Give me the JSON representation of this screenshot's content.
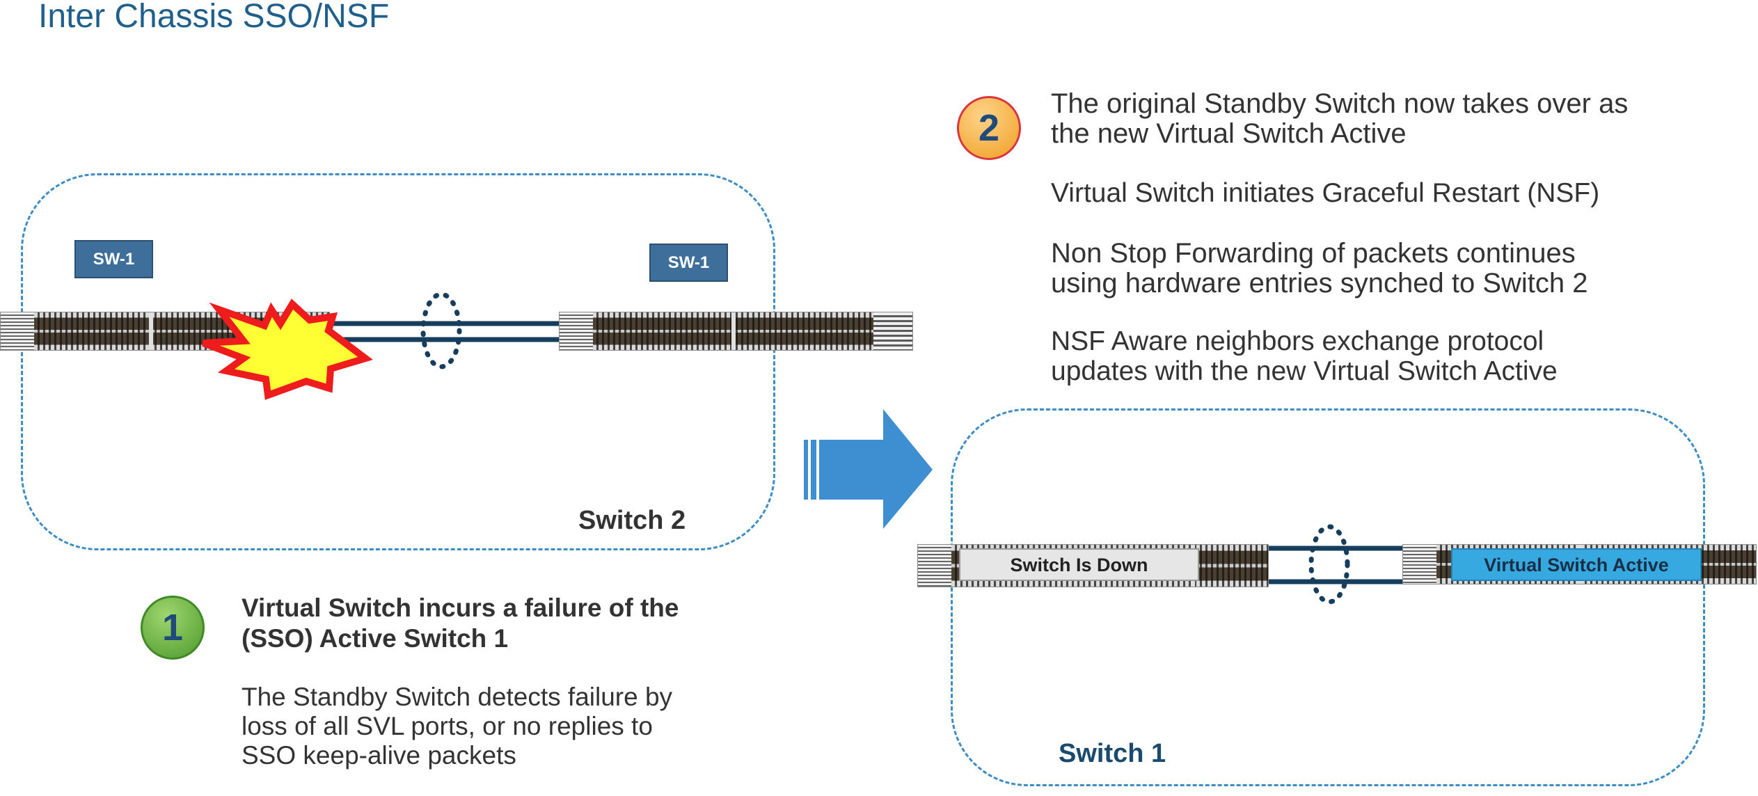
{
  "title": "Inter Chassis SSO/NSF",
  "colors": {
    "title": "#1f5f8b",
    "dashed_border": "#3c8cc6",
    "link": "#163d5c",
    "arrow": "#3d8fd1",
    "sw_label": "#3e6f9a",
    "switch2_name": "#333333",
    "switch1_name": "#1a4a6e",
    "badge1": "#5aa83c",
    "badge2": "#f2a833",
    "virtual_active": "#35a9e0",
    "switch_down": "#e6e6e6"
  },
  "left_panel": {
    "sw_label_left": "SW-1",
    "sw_label_right": "SW-1",
    "switch_name": "Switch 2",
    "burst_icon": "explosion-icon"
  },
  "right_panel": {
    "down_label": "Switch Is Down",
    "active_label": "Virtual Switch Active",
    "switch_name": "Switch 1"
  },
  "transition_arrow": "right-arrow-icon",
  "step1": {
    "number": "1",
    "heading": [
      "Virtual Switch incurs a failure of the",
      "(SSO) Active Switch 1"
    ],
    "body": [
      "The Standby Switch detects failure by",
      "loss of all SVL ports, or no replies to",
      "SSO keep-alive  packets"
    ]
  },
  "step2": {
    "number": "2",
    "heading": [
      "The original Standby Switch now takes over as",
      "the new Virtual Switch Active"
    ],
    "line2": "Virtual Switch initiates Graceful Restart (NSF)",
    "line3": [
      "Non Stop Forwarding of packets continues",
      "using hardware entries synched to Switch 2"
    ],
    "line4": [
      "NSF Aware neighbors exchange protocol",
      "updates with the new Virtual Switch Active"
    ]
  }
}
